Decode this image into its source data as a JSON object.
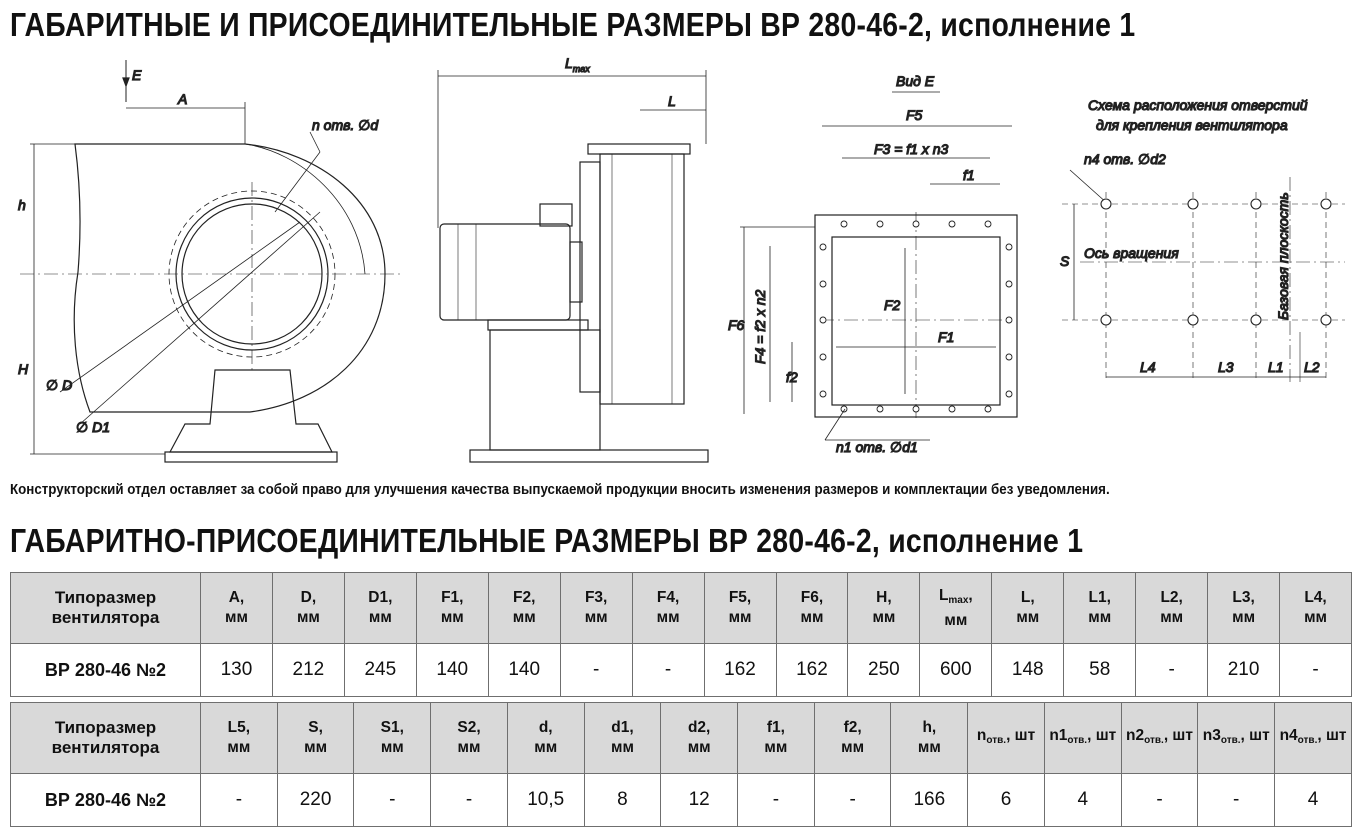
{
  "title_main": "ГАБАРИТНЫЕ И ПРИСОЕДИНИТЕЛЬНЫЕ РАЗМЕРЫ ВР 280-46-2, исполнение 1",
  "note": "Конструкторский отдел оставляет за собой право для улучшения качества выпускаемой продукции вносить изменения размеров и комплектации без уведомления.",
  "title_table": "ГАБАРИТНО-ПРИСОЕДИНИТЕЛЬНЫЕ РАЗМЕРЫ ВР 280-46-2, исполнение 1",
  "drawing_labels": {
    "E": "E",
    "A": "A",
    "h": "h",
    "H": "H",
    "D": "∅ D",
    "D1": "∅ D1",
    "n_holes": "n отв. ∅d",
    "Lmax": "L",
    "Lmax_sub": "max",
    "L": "L",
    "view": "Вид E",
    "F5": "F5",
    "F3": "F3 = f1 x n3",
    "f1": "f1",
    "F6": "F6",
    "F4": "F4 = f2 x n2",
    "f2": "f2",
    "F2": "F2",
    "F1": "F1",
    "n1_holes": "n1 отв. ∅d1",
    "scheme_line1": "Схема расположения отверстий",
    "scheme_line2": "для крепления вентилятора",
    "n4_holes": "n4 отв. ∅d2",
    "axis": "Ось вращения",
    "base": "Базовая плоскость",
    "S": "S",
    "L4": "L4",
    "L3": "L3",
    "L1": "L1",
    "L2": "L2"
  },
  "table1": {
    "first_header": [
      "Типоразмер",
      "вентилятора"
    ],
    "headers": [
      {
        "t": "A,",
        "u": "мм"
      },
      {
        "t": "D,",
        "u": "мм"
      },
      {
        "t": "D1,",
        "u": "мм"
      },
      {
        "t": "F1,",
        "u": "мм"
      },
      {
        "t": "F2,",
        "u": "мм"
      },
      {
        "t": "F3,",
        "u": "мм"
      },
      {
        "t": "F4,",
        "u": "мм"
      },
      {
        "t": "F5,",
        "u": "мм"
      },
      {
        "t": "F6,",
        "u": "мм"
      },
      {
        "t": "H,",
        "u": "мм"
      },
      {
        "t": "L",
        "s": "max",
        "a": ",",
        "u": "мм"
      },
      {
        "t": "L,",
        "u": "мм"
      },
      {
        "t": "L1,",
        "u": "мм"
      },
      {
        "t": "L2,",
        "u": "мм"
      },
      {
        "t": "L3,",
        "u": "мм"
      },
      {
        "t": "L4,",
        "u": "мм"
      }
    ],
    "row_label": "ВР 280-46 №2",
    "values": [
      "130",
      "212",
      "245",
      "140",
      "140",
      "-",
      "-",
      "162",
      "162",
      "250",
      "600",
      "148",
      "58",
      "-",
      "210",
      "-"
    ]
  },
  "table2": {
    "first_header": [
      "Типоразмер",
      "вентилятора"
    ],
    "headers": [
      {
        "t": "L5,",
        "u": "мм"
      },
      {
        "t": "S,",
        "u": "мм"
      },
      {
        "t": "S1,",
        "u": "мм"
      },
      {
        "t": "S2,",
        "u": "мм"
      },
      {
        "t": "d,",
        "u": "мм"
      },
      {
        "t": "d1,",
        "u": "мм"
      },
      {
        "t": "d2,",
        "u": "мм"
      },
      {
        "t": "f1,",
        "u": "мм"
      },
      {
        "t": "f2,",
        "u": "мм"
      },
      {
        "t": "h,",
        "u": "мм"
      },
      {
        "t": "n",
        "s": "отв.",
        "a": ", шт"
      },
      {
        "t": "n1",
        "s": "отв.",
        "a": ", шт"
      },
      {
        "t": "n2",
        "s": "отв.",
        "a": ", шт"
      },
      {
        "t": "n3",
        "s": "отв.",
        "a": ", шт"
      },
      {
        "t": "n4",
        "s": "отв.",
        "a": ", шт"
      }
    ],
    "row_label": "ВР 280-46 №2",
    "values": [
      "-",
      "220",
      "-",
      "-",
      "10,5",
      "8",
      "12",
      "-",
      "-",
      "166",
      "6",
      "4",
      "-",
      "-",
      "4"
    ]
  }
}
